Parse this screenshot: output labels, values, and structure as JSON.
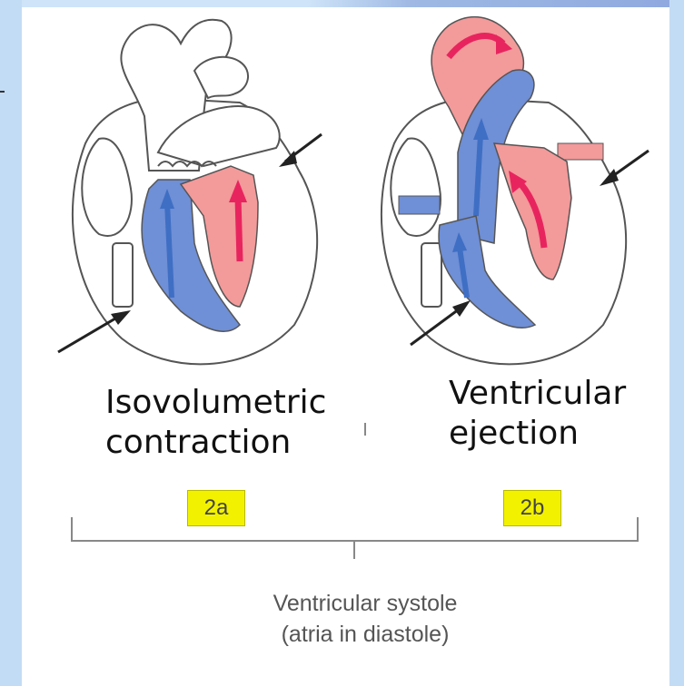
{
  "panels": [
    {
      "label": "Isovolumetric\ncontraction",
      "phase_code": "2a"
    },
    {
      "label": "Ventricular\nejection",
      "phase_code": "2b"
    }
  ],
  "bracket_caption": "Ventricular systole\n(atria in diastole)",
  "colors": {
    "deoxygenated_blood": "#6f8fd6",
    "oxygenated_blood": "#f39a9a",
    "flow_arrow_red": "#e8245e",
    "flow_arrow_blue": "#3f6fc4",
    "highlight_box": "#f2f200",
    "frame_background": "#c3dcf5"
  },
  "icons": [
    "heart-diagram",
    "pointer-arrow-icon",
    "flow-arrow-icon"
  ]
}
